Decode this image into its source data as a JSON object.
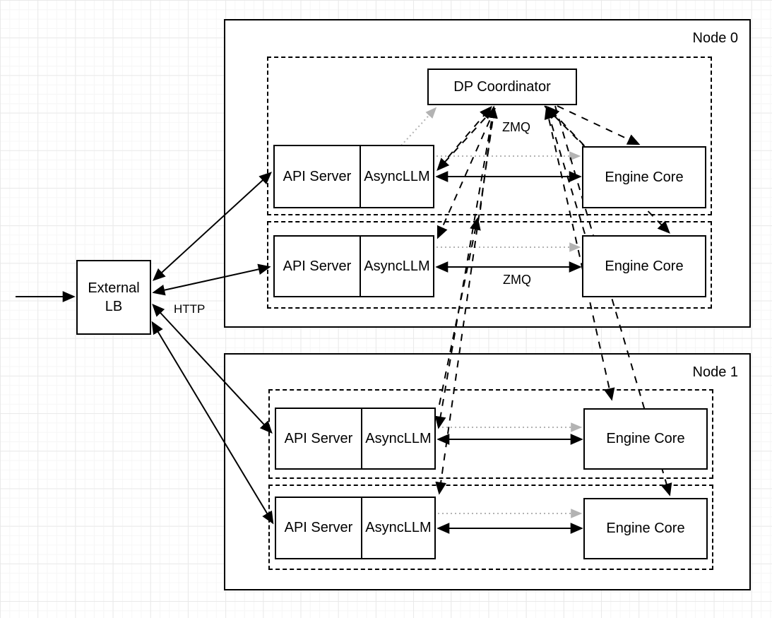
{
  "nodes": [
    {
      "label": "Node 0"
    },
    {
      "label": "Node 1"
    }
  ],
  "dp_coordinator": {
    "label": "DP Coordinator"
  },
  "external_lb": {
    "line1": "External",
    "line2": "LB"
  },
  "rows": [
    {
      "api": "API Server",
      "async": "AsyncLLM",
      "engine": "Engine Core"
    },
    {
      "api": "API Server",
      "async": "AsyncLLM",
      "engine": "Engine Core"
    },
    {
      "api": "API Server",
      "async": "AsyncLLM",
      "engine": "Engine Core"
    },
    {
      "api": "API Server",
      "async": "AsyncLLM",
      "engine": "Engine Core"
    }
  ],
  "labels": {
    "http": "HTTP",
    "zmq_top": "ZMQ",
    "zmq_row2": "ZMQ"
  },
  "colors": {
    "stroke": "#000000",
    "dotted_arrow": "#b3b3b3",
    "background": "#ffffff",
    "grid_minor": "#f6f6f6",
    "grid_major": "#e9e9e9"
  }
}
